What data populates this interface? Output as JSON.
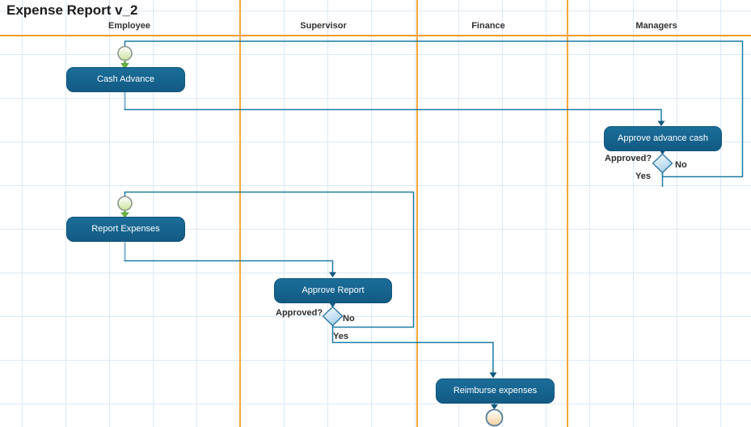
{
  "title": "Expense Report v_2",
  "lanes": [
    {
      "label": "Employee"
    },
    {
      "label": "Supervisor"
    },
    {
      "label": "Finance"
    },
    {
      "label": "Managers"
    }
  ],
  "tasks": [
    {
      "label": "Cash Advance"
    },
    {
      "label": "Approve advance cash"
    },
    {
      "label": "Report Expenses"
    },
    {
      "label": "Approve Report"
    },
    {
      "label": "Reimburse expenses"
    }
  ],
  "gateways": [
    {
      "label": "Approved?",
      "yes_label": "Yes",
      "no_label": "No"
    },
    {
      "label": "Approved?",
      "yes_label": "Yes",
      "no_label": "No"
    }
  ],
  "colors": {
    "task_fill": "#15618a",
    "task_border": "#0f5379",
    "connector": "#1b7ca6",
    "connector_light": "#7fb2d0",
    "lane_line": "#f6a73a",
    "grid_line": "#dde9f5",
    "start_event_fill": "#c9e39d",
    "start_event_stroke": "#8e978e",
    "end_event_fill": "#f3cf9a",
    "end_event_stroke": "#54809f",
    "gateway_fill": "#a9d2ec",
    "gateway_stroke": "#2e79a8",
    "start_arrow": "#6db33f"
  }
}
